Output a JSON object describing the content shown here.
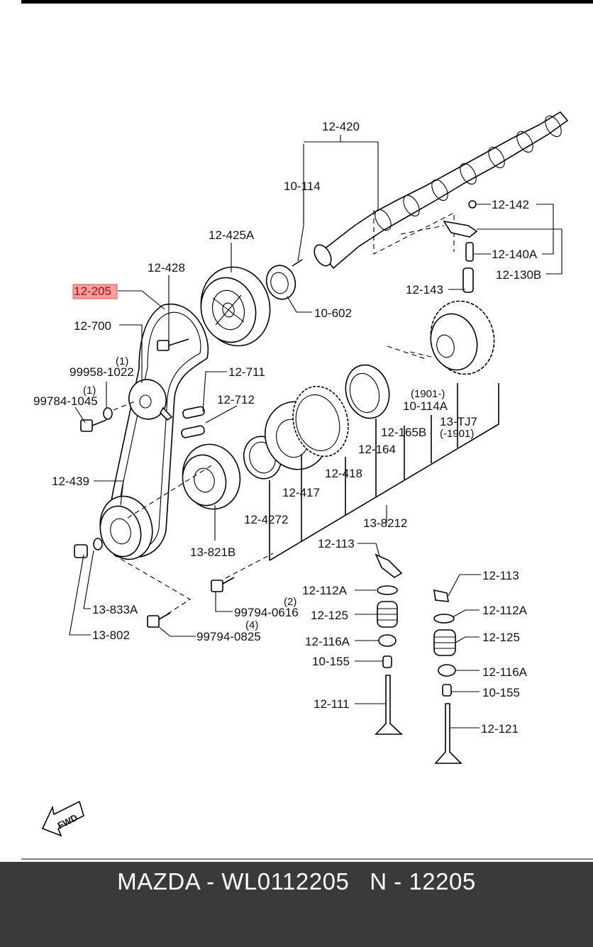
{
  "diagram": {
    "highlight_label": "12-205",
    "highlight_color": "#f5a0a0",
    "labels": {
      "p12_420": "12-420",
      "p10_114": "10-114",
      "p12_142": "12-142",
      "p12_140A": "12-140A",
      "p12_130B": "12-130B",
      "p12_425A": "12-425A",
      "p12_428": "12-428",
      "p12_205": "12-205",
      "p10_602": "10-602",
      "p12_143": "12-143",
      "p12_700": "12-700",
      "p99958_1022": "99958-1022",
      "p99958_qty": "(1)",
      "p99784_1045": "99784-1045",
      "p99784_qty": "(1)",
      "p12_711": "12-711",
      "p12_712": "12-712",
      "p1901_minus": "(1901-)",
      "p10_114A": "10-114A",
      "p13_TJ7": "13-TJ7",
      "p_minus1901": "(-1901)",
      "p12_165B": "12-165B",
      "p12_164": "12-164",
      "p12_418": "12-418",
      "p12_439": "12-439",
      "p12_417": "12-417",
      "p12_4272": "12-4272",
      "p13_8212": "13-8212",
      "p13_821B": "13-821B",
      "p12_113_a": "12-113",
      "p12_113_b": "12-113",
      "p12_112A_a": "12-112A",
      "p12_112A_b": "12-112A",
      "p12_125_a": "12-125",
      "p12_125_b": "12-125",
      "p12_116A_a": "12-116A",
      "p12_116A_b": "12-116A",
      "p10_155_a": "10-155",
      "p10_155_b": "10-155",
      "p12_111": "12-111",
      "p12_121": "12-121",
      "p13_833A": "13-833A",
      "p13_802": "13-802",
      "p99794_0616": "99794-0616",
      "p99794_0616_qty": "(2)",
      "p99794_0825": "99794-0825",
      "p99794_0825_qty": "(4)",
      "fwd": "FWD"
    }
  },
  "footer": {
    "title": "MAZDA - WL0112205   N - 12205"
  }
}
